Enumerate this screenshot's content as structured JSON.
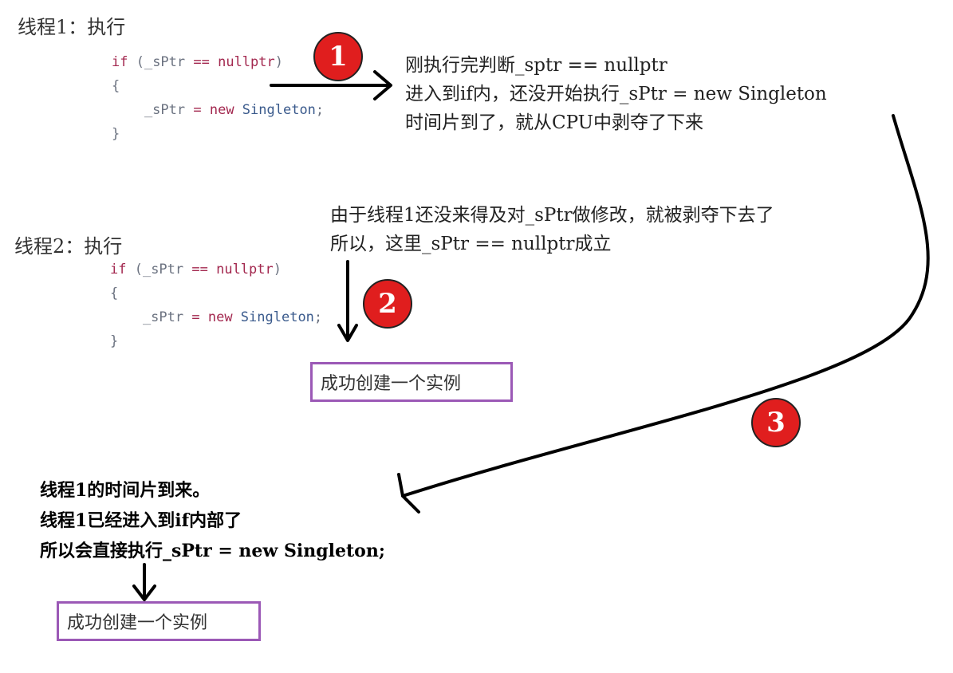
{
  "thread1": {
    "heading": "线程1：执行",
    "code": {
      "kw_if": "if",
      "cond_var": " (_sPtr ",
      "cond_op": "==",
      "cond_null": " nullptr",
      "cond_close": ")",
      "open_brace": "{",
      "assign_var": "    _sPtr ",
      "assign_op": "=",
      "assign_new": " new",
      "assign_type": " Singleton",
      "assign_semi": ";",
      "close_brace": "}"
    },
    "badge": "1",
    "note_lines": [
      "刚执行完判断_sptr == nullptr",
      "进入到if内，还没开始执行_sPtr = new Singleton",
      "时间片到了，就从CPU中剥夺了下来"
    ]
  },
  "thread2": {
    "heading": "线程2：执行",
    "code": {
      "kw_if": "if",
      "cond_var": " (_sPtr ",
      "cond_op": "==",
      "cond_null": " nullptr",
      "cond_close": ")",
      "open_brace": "{",
      "assign_var": "    _sPtr ",
      "assign_op": "=",
      "assign_new": " new",
      "assign_type": " Singleton",
      "assign_semi": ";",
      "close_brace": "}"
    },
    "badge": "2",
    "note_lines": [
      "由于线程1还没来得及对_sPtr做修改，就被剥夺下去了",
      "所以，这里_sPtr == nullptr成立"
    ],
    "result": "成功创建一个实例"
  },
  "thread1_resume": {
    "badge": "3",
    "note_lines": [
      "线程1的时间片到来。",
      "线程1已经进入到if内部了",
      "所以会直接执行_sPtr = new Singleton;"
    ],
    "result": "成功创建一个实例"
  },
  "colors": {
    "badge": "#e01e1e",
    "box_border": "#9b59b6",
    "keyword": "#a3284f",
    "identifier": "#3a5a8c"
  }
}
